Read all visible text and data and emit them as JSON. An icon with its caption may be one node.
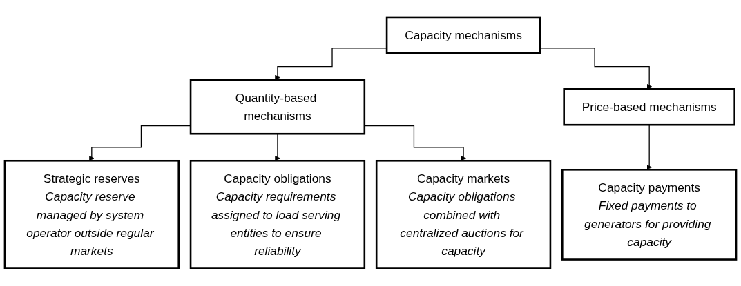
{
  "diagram": {
    "nodes": [
      {
        "text": [
          "Capacity mechanisms"
        ]
      },
      {
        "text": [
          "Quantity-based mechanisms"
        ]
      },
      {
        "text": [
          "Price-based mechanisms"
        ]
      },
      {
        "text": [
          "Strategic reserves",
          "Capacity reserve managed by system operator outside regular markets"
        ]
      },
      {
        "text": [
          "Capacity obligations",
          "Capacity requirements assigned to load serving entities to ensure reliability"
        ]
      },
      {
        "text": [
          "Capacity markets",
          "Capacity obligations combined with centralized auctions for capacity"
        ]
      },
      {
        "text": [
          "Capacity payments",
          "Fixed payments to generators for providing capacity"
        ]
      }
    ],
    "edges": [
      {
        "from": 0,
        "to": 1,
        "arrow": "to"
      },
      {
        "from": 0,
        "to": 2,
        "arrow": "to"
      },
      {
        "from": 1,
        "to": 3,
        "arrow": "to"
      },
      {
        "from": 1,
        "to": 4,
        "arrow": "to"
      },
      {
        "from": 1,
        "to": 5,
        "arrow": "to"
      },
      {
        "from": 2,
        "to": 6,
        "arrow": "to"
      }
    ]
  }
}
